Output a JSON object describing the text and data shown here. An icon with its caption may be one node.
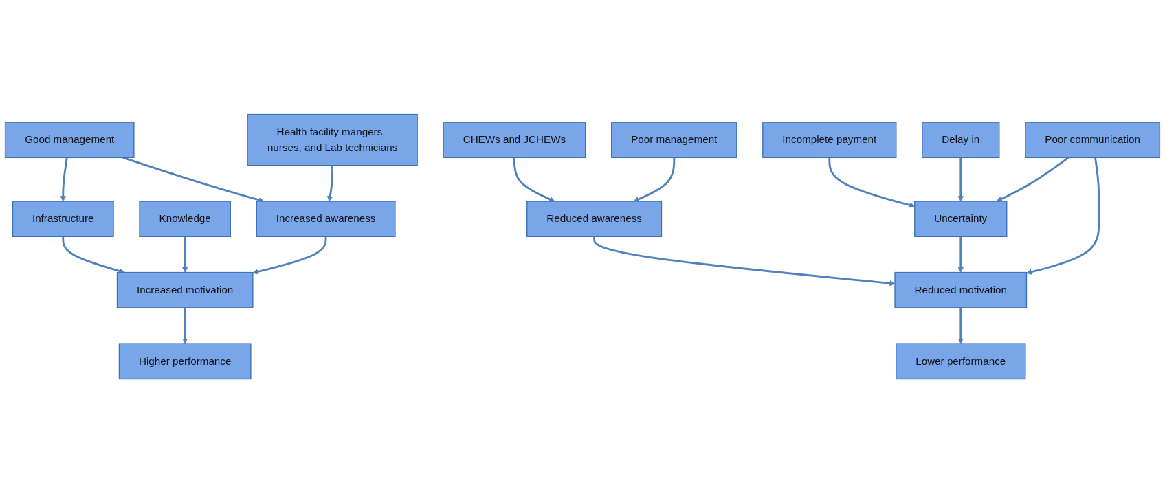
{
  "diagram": {
    "nodes": [
      {
        "text": [
          "Good management"
        ]
      },
      {
        "text": [
          "Health facility mangers, nurses, and Lab technicians"
        ]
      },
      {
        "text": [
          "Knowledge"
        ]
      },
      {
        "text": [
          "Infrastructure"
        ]
      },
      {
        "text": [
          "Increased awareness"
        ]
      },
      {
        "text": [
          "Increased motivation"
        ]
      },
      {
        "text": [
          "Higher performance"
        ]
      },
      {
        "text": [
          "CHEWs and JCHEWs"
        ]
      },
      {
        "text": [
          "Poor management"
        ]
      },
      {
        "text": [
          "Incomplete payment"
        ]
      },
      {
        "text": [
          "Reduced awareness"
        ]
      },
      {
        "text": [
          "Uncertainty"
        ]
      },
      {
        "text": [
          "Delay in"
        ]
      },
      {
        "text": [
          "Reduced motivation"
        ]
      },
      {
        "text": [
          "Poor communication"
        ]
      },
      {
        "text": [
          "Lower performance"
        ]
      }
    ],
    "edges": [
      {
        "from": 0,
        "to": 3,
        "arrow": "to"
      },
      {
        "from": 0,
        "to": 4,
        "arrow": "to"
      },
      {
        "from": 1,
        "to": 4,
        "arrow": "to"
      },
      {
        "from": 3,
        "to": 5,
        "arrow": "to"
      },
      {
        "from": 2,
        "to": 5,
        "arrow": "to"
      },
      {
        "from": 4,
        "to": 5,
        "arrow": "to"
      },
      {
        "from": 5,
        "to": 6,
        "arrow": "to"
      },
      {
        "from": 7,
        "to": 10,
        "arrow": "to"
      },
      {
        "from": 8,
        "to": 10,
        "arrow": "to"
      },
      {
        "from": 9,
        "to": 11,
        "arrow": "to"
      },
      {
        "from": 12,
        "to": 11,
        "arrow": "to"
      },
      {
        "from": 10,
        "to": 13,
        "arrow": "to"
      },
      {
        "from": 11,
        "to": 13,
        "arrow": "to"
      },
      {
        "from": 14,
        "to": 13,
        "arrow": "to"
      },
      {
        "from": 14,
        "to": 11,
        "arrow": "to"
      },
      {
        "from": 13,
        "to": 15,
        "arrow": "to"
      }
    ]
  }
}
